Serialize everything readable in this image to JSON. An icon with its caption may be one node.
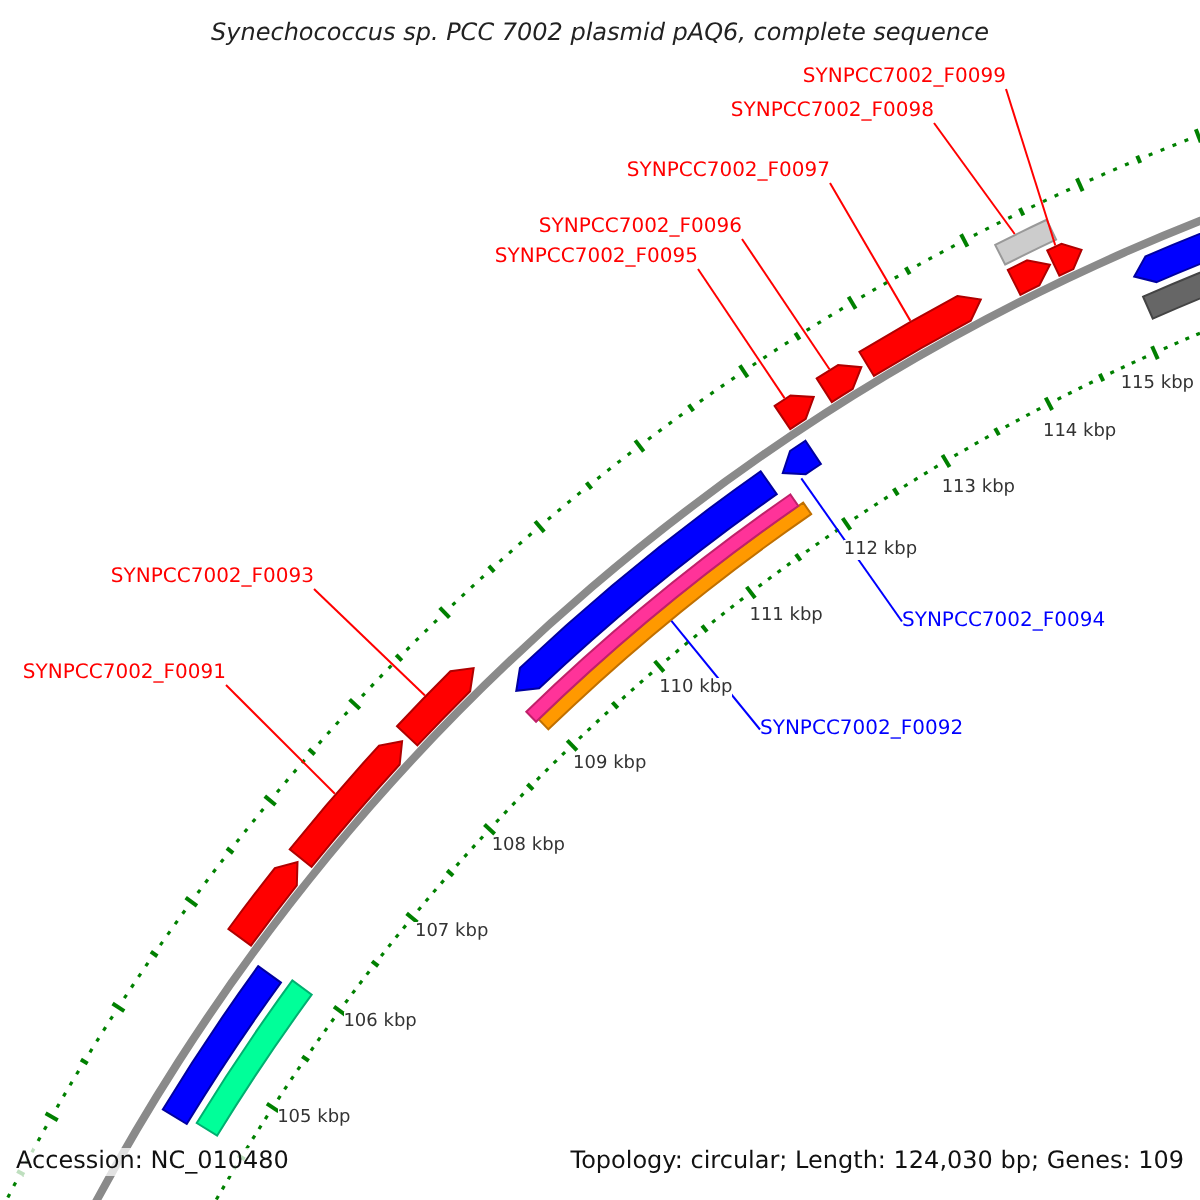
{
  "diagram": {
    "title": "Synechococcus sp. PCC 7002 plasmid pAQ6, complete sequence",
    "nodes": [
      {
        "text": [
          "SYNPCC7002_F0099"
        ]
      },
      {
        "text": [],
        "shape": "arrow"
      },
      {
        "text": [
          "SYNPCC7002_F0098"
        ]
      },
      {
        "text": [],
        "shape": "bar"
      },
      {
        "text": [
          "SYNPCC7002_F0097"
        ]
      },
      {
        "text": [],
        "shape": "arrow"
      },
      {
        "text": [
          "SYNPCC7002_F0096"
        ]
      },
      {
        "text": [],
        "shape": "arrow"
      },
      {
        "text": [
          "SYNPCC7002_F0095"
        ]
      },
      {
        "text": [],
        "shape": "arrow"
      },
      {
        "text": [
          "SYNPCC7002_F0093"
        ]
      },
      {
        "text": [],
        "shape": "arrow"
      },
      {
        "text": [
          "SYNPCC7002_F0094"
        ]
      },
      {
        "text": [],
        "shape": "arrow"
      },
      {
        "text": [
          "SYNPCC7002_F0091"
        ]
      },
      {
        "text": [],
        "shape": "arrow"
      },
      {
        "text": [
          "SYNPCC7002_F0092"
        ]
      },
      {
        "text": [],
        "shape": "bar"
      },
      {
        "text": [],
        "shape": "arrow"
      },
      {
        "text": [],
        "shape": "arrow"
      },
      {
        "text": [],
        "shape": "arrow"
      },
      {
        "text": [],
        "shape": "bar"
      },
      {
        "text": [],
        "shape": "bar"
      },
      {
        "text": [],
        "shape": "bar"
      },
      {
        "text": [],
        "shape": "arrow"
      },
      {
        "text": [],
        "shape": "bar"
      }
    ],
    "edges": [
      {
        "from": 0,
        "to": 1,
        "arrow": "none"
      },
      {
        "from": 2,
        "to": 3,
        "arrow": "none"
      },
      {
        "from": 4,
        "to": 5,
        "arrow": "none"
      },
      {
        "from": 6,
        "to": 7,
        "arrow": "none"
      },
      {
        "from": 8,
        "to": 9,
        "arrow": "none"
      },
      {
        "from": 10,
        "to": 11,
        "arrow": "none"
      },
      {
        "from": 12,
        "to": 13,
        "arrow": "none",
        "color": "#0000ff"
      },
      {
        "from": 14,
        "to": 15,
        "arrow": "none"
      },
      {
        "from": 16,
        "to": 17,
        "arrow": "none",
        "color": "#0000ff"
      }
    ],
    "labels": [
      "115 kbp",
      "114 kbp",
      "113 kbp",
      "112 kbp",
      "111 kbp",
      "110 kbp",
      "109 kbp",
      "108 kbp",
      "107 kbp",
      "106 kbp",
      "105 kbp",
      "Accession: NC_010480",
      "Topology: circular; Length: 124,030 bp; Genes: 109"
    ]
  }
}
